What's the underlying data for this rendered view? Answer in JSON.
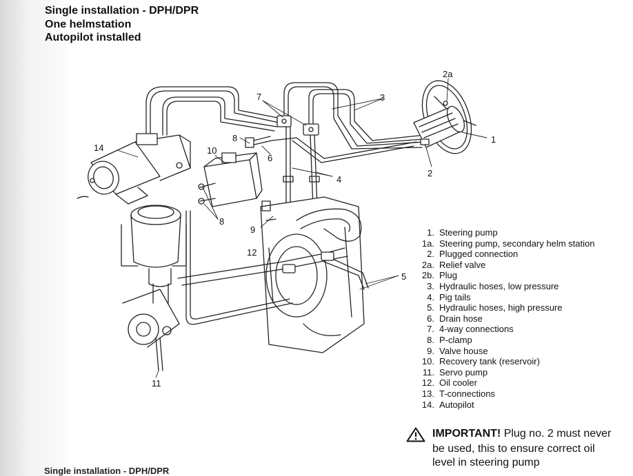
{
  "header": {
    "line1": "Single installation - DPH/DPR",
    "line2": "One helmstation",
    "line3": "Autopilot installed"
  },
  "callouts": {
    "c1": "1",
    "c2": "2",
    "c2a": "2a",
    "c3": "3",
    "c4": "4",
    "c5": "5",
    "c6": "6",
    "c7": "7",
    "c8a": "8",
    "c8b": "8",
    "c9": "9",
    "c10": "10",
    "c11": "11",
    "c12": "12",
    "c14": "14"
  },
  "legend": [
    {
      "num": "1.",
      "text": "Steering pump"
    },
    {
      "num": "1a.",
      "text": "Steering pump, secondary helm station"
    },
    {
      "num": "2.",
      "text": "Plugged connection"
    },
    {
      "num": "2a.",
      "text": "Relief valve"
    },
    {
      "num": "2b.",
      "text": "Plug"
    },
    {
      "num": "3.",
      "text": "Hydraulic hoses, low pressure"
    },
    {
      "num": "4.",
      "text": "Pig tails"
    },
    {
      "num": "5.",
      "text": "Hydraulic hoses, high pressure"
    },
    {
      "num": "6.",
      "text": "Drain hose"
    },
    {
      "num": "7.",
      "text": "4-way connections"
    },
    {
      "num": "8.",
      "text": "P-clamp"
    },
    {
      "num": "9.",
      "text": "Valve house"
    },
    {
      "num": "10.",
      "text": "Recovery tank (reservoir)"
    },
    {
      "num": "11.",
      "text": "Servo pump"
    },
    {
      "num": "12.",
      "text": "Oil cooler"
    },
    {
      "num": "13.",
      "text": "T-connections"
    },
    {
      "num": "14.",
      "text": "Autopilot"
    }
  ],
  "important": {
    "label": "IMPORTANT!",
    "line1": " Plug no. 2 must never",
    "line2": "be used, this to ensure correct oil",
    "line3": "level in steering pump"
  },
  "footer": {
    "fragment": "Single installation - DPH/DPR"
  }
}
